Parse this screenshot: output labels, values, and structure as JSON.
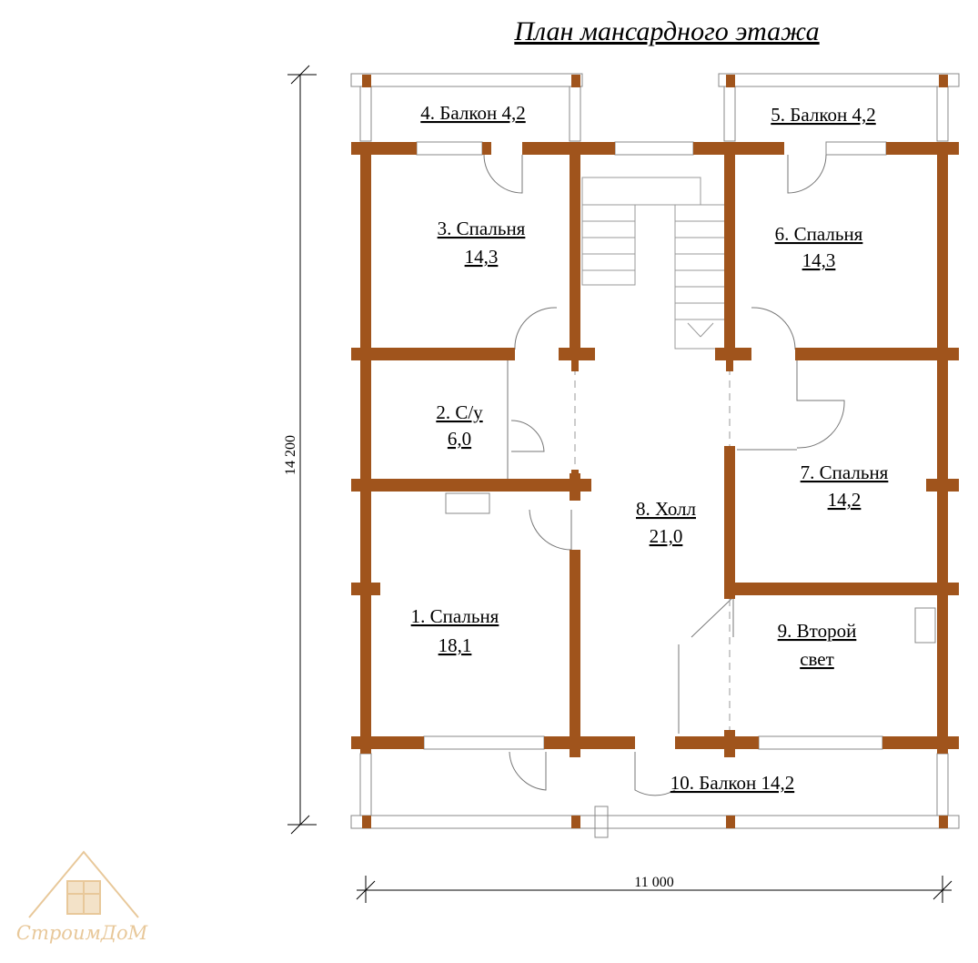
{
  "title": "План мансардного этажа",
  "dimensions": {
    "height": "14 200",
    "width": "11 000"
  },
  "rooms": [
    {
      "line1": "4. Балкон 4,2",
      "line2": ""
    },
    {
      "line1": "5. Балкон 4,2",
      "line2": ""
    },
    {
      "line1": "3. Спальня",
      "line2": "14,3"
    },
    {
      "line1": "6. Спальня",
      "line2": "14,3"
    },
    {
      "line1": "2. С/у",
      "line2": "6,0"
    },
    {
      "line1": "7. Спальня",
      "line2": "14,2"
    },
    {
      "line1": "8. Холл",
      "line2": "21,0"
    },
    {
      "line1": "1. Спальня",
      "line2": "18,1"
    },
    {
      "line1": "9. Второй",
      "line2": "свет"
    },
    {
      "line1": "10. Балкон 14,2",
      "line2": ""
    }
  ],
  "logo": {
    "text": "СтроимДоМ"
  },
  "colors": {
    "wall": "#a0541c",
    "line": "#888888",
    "logo": "#e8c89a"
  }
}
